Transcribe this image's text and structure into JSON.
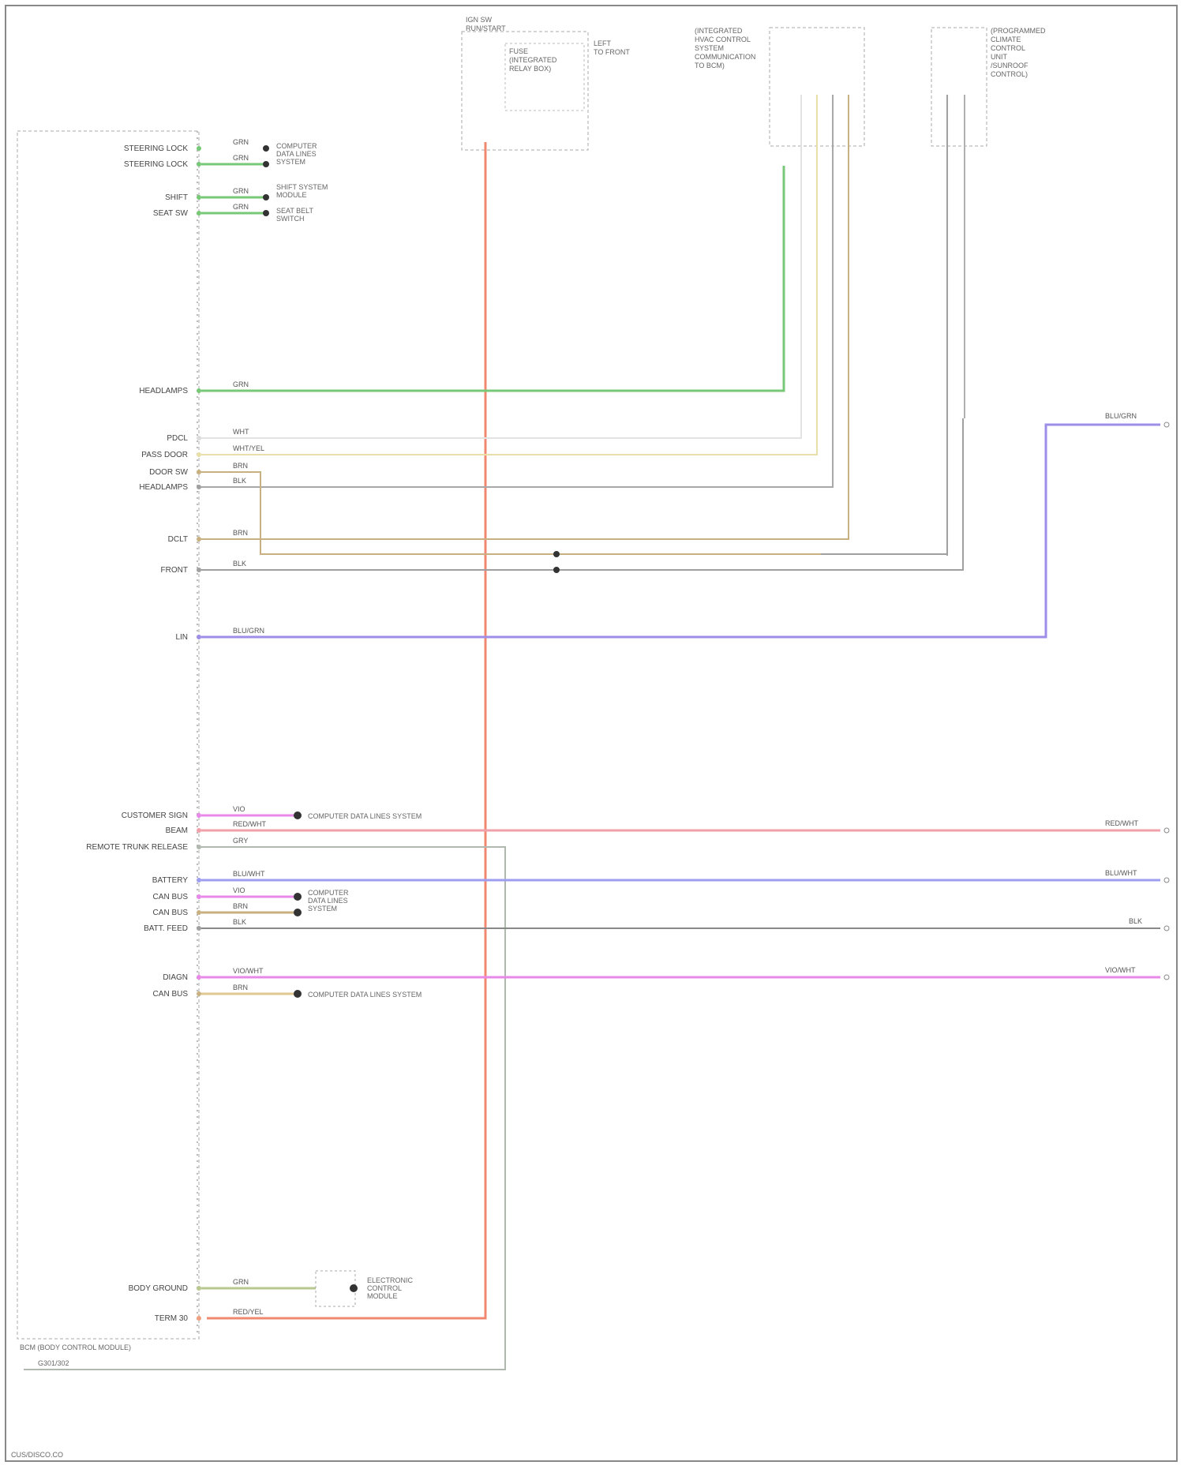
{
  "module": {
    "title": "BCM (BODY CONTROL MODULE)",
    "ground": "G301/302"
  },
  "top_components": {
    "relay_box": {
      "title": "IGN SW\nRUN/START",
      "inner": "FUSE\n(INTEGRATED\nRELAY BOX)",
      "side": "LEFT\nTO FRONT"
    },
    "hvac": "(INTEGRATED\nHVAC CONTROL\nSYSTEM\nCOMMUNICATION\nTO BCM)",
    "ptc": "(PROGRAMMED\nCLIMATE\nCONTROL\nUNIT\n/SUNROOF\nCONTROL)"
  },
  "left_pins": [
    {
      "label": "STEERING LOCK",
      "wire": "GRN",
      "color": "#77c877"
    },
    {
      "label": "STEERING LOCK",
      "wire": "GRN",
      "color": "#77c877"
    },
    {
      "label": "SHIFT",
      "wire": "GRN",
      "color": "#77c877"
    },
    {
      "label": "SEAT SW",
      "wire": "GRN",
      "color": "#77c877"
    },
    {
      "label": "HEADLAMPS",
      "wire": "GRN",
      "color": "#77c877"
    },
    {
      "label": "PDCL",
      "wire": "WHT",
      "color": "#dcdcdc"
    },
    {
      "label": "PASS DOOR",
      "wire": "WHT/YEL",
      "color": "#e8e0a8"
    },
    {
      "label": "DOOR SW",
      "wire": "BRN",
      "color": "#c8b080"
    },
    {
      "label": "HEADLAMPS",
      "wire": "BLK",
      "color": "#a0a0a0"
    },
    {
      "label": "DCLT",
      "wire": "BRN",
      "color": "#c8b080"
    },
    {
      "label": "FRONT",
      "wire": "BLK",
      "color": "#a0a0a0"
    },
    {
      "label": "LIN",
      "wire": "BLU/GRN",
      "color": "#9e8ee8"
    },
    {
      "label": "CUSTOMER SIGN",
      "wire": "VIO",
      "color": "#e888e8"
    },
    {
      "label": "BEAM",
      "wire": "RED/WHT",
      "color": "#f0a0a8"
    },
    {
      "label": "REMOTE TRUNK RELEASE",
      "wire": "GRY",
      "color": "#b0b8b0"
    },
    {
      "label": "BATTERY",
      "wire": "BLU/WHT",
      "color": "#9e9ef0"
    },
    {
      "label": "CAN BUS",
      "wire": "VIO",
      "color": "#e888e8"
    },
    {
      "label": "CAN BUS",
      "wire": "BRN",
      "color": "#c8b080"
    },
    {
      "label": "BATT. FEED",
      "wire": "BLK",
      "color": "#a0a0a0"
    },
    {
      "label": "DIAGN",
      "wire": "VIO/WHT",
      "color": "#e888e8"
    },
    {
      "label": "CAN BUS",
      "wire": "BRN",
      "color": "#c8b080"
    },
    {
      "label": "BODY GROUND",
      "wire": "GRN",
      "color": "#b8c890"
    },
    {
      "label": "TERM 30",
      "wire": "RED/YEL",
      "color": "#f0a080"
    }
  ],
  "right_ends": {
    "lin": "BLU/GRN",
    "beam": "RED/WHT",
    "battery": "BLU/WHT",
    "batt_feed": "BLK",
    "diagn": "VIO/WHT"
  },
  "dest_labels": {
    "steering": "COMPUTER\nDATA LINES\nSYSTEM",
    "shift": "SHIFT SYSTEM\nMODULE",
    "seat": "SEAT BELT\nSWITCH",
    "customer": "COMPUTER DATA LINES SYSTEM",
    "canbus": "COMPUTER\nDATA LINES\nSYSTEM",
    "canbus2": "COMPUTER DATA LINES SYSTEM",
    "body_ground": "ELECTRONIC\nCONTROL\nMODULE"
  },
  "footer": "CUS/DISCO.CO"
}
